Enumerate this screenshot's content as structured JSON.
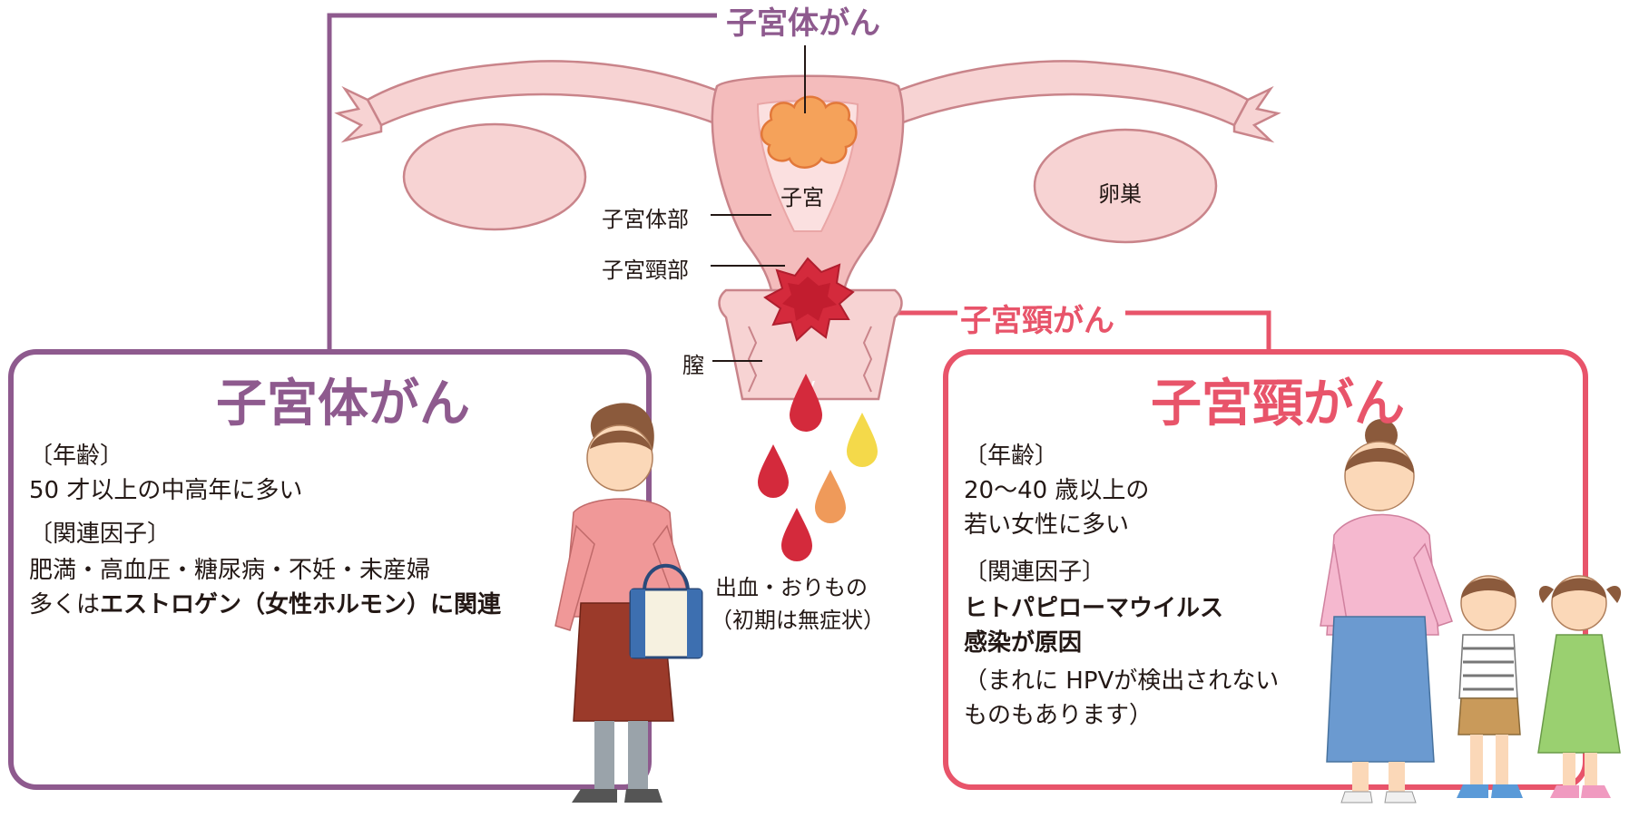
{
  "top_labels": {
    "uterine_body_cancer": "子宮体がん",
    "cervical_cancer": "子宮頸がん"
  },
  "anatomy": {
    "uterus": "子宮",
    "ovary": "卵巣",
    "uterine_body": "子宮体部",
    "cervix": "子宮頸部",
    "vagina": "膣",
    "bleeding_line1": "出血・おりもの",
    "bleeding_line2": "（初期は無症状）"
  },
  "left_box": {
    "title": "子宮体がん",
    "age_heading": "〔年齢〕",
    "age_text": "50 才以上の中高年に多い",
    "factors_heading": "〔関連因子〕",
    "factors_text": "肥満・高血圧・糖尿病・不妊・未産婦",
    "note_prefix": "多くは",
    "note_bold": "エストロゲン（女性ホルモン）に関連"
  },
  "right_box": {
    "title": "子宮頸がん",
    "age_heading": "〔年齢〕",
    "age_line1": "20〜40 歳以上の",
    "age_line2": "若い女性に多い",
    "factors_heading": "〔関連因子〕",
    "cause_line1": "ヒトパピローマウイルス",
    "cause_line2": "感染が原因",
    "note_line1": "（まれに HPVが検出されない",
    "note_line2": "ものもあります）"
  },
  "colors": {
    "purple": "#8e5a8e",
    "pink": "#e8546a",
    "tissue": "#f7d3d3",
    "tissue_dark": "#e9a6a6",
    "tumor_orange": "#f5a25a",
    "tumor_red": "#d42a3c"
  }
}
